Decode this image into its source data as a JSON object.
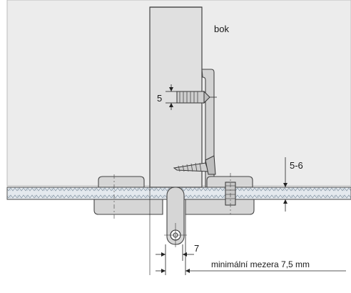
{
  "labels": {
    "side": "bok",
    "screw_head_height": "5",
    "gap_height": "5-6",
    "offset": "7",
    "min_gap": "minimální mezera 7,5 mm"
  },
  "colors": {
    "panel_fill": "#ececec",
    "upright_fill": "#e2e2e2",
    "bracket_fill": "#d6d6d6",
    "hatch_fill": "#dce3ea",
    "line": "#333333"
  }
}
